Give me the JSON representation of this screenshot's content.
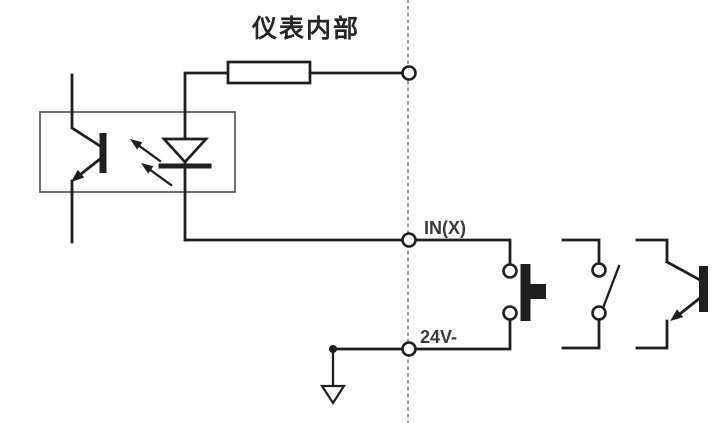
{
  "title": "仪表内部",
  "labels": {
    "in_x": "IN(X)",
    "v24": "24V-"
  },
  "colors": {
    "line": "#1f1f1f",
    "box_outline": "#4d4d4d",
    "dotted_line": "#9c9c9c",
    "label_text": "#3a3a3a",
    "title_text": "#262626",
    "background": "#ffffff"
  },
  "icons": [
    "optocoupler-icon",
    "phototransistor-icon",
    "led-icon",
    "light-arrows-icon",
    "resistor-icon",
    "terminal-icon",
    "pushbutton-icon",
    "switch-icon",
    "npn-transistor-icon",
    "ground-icon",
    "junction-dot-icon"
  ]
}
